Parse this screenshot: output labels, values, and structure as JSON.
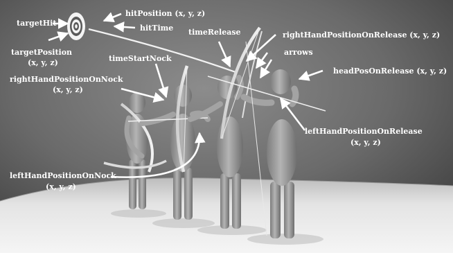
{
  "labels": {
    "target_hit": "targetHit",
    "target_position": "targetPosition",
    "target_position_xyz": "(x, y, z)",
    "hit_position": "hitPosition (x, y, z)",
    "hit_time": "hitTime",
    "time_start_nock": "timeStartNock",
    "right_hand_on_nock": "rightHandPositionOnNock",
    "right_hand_on_nock_xyz": "(x, y, z)",
    "time_release": "timeRelease",
    "right_hand_on_release": "rightHandPositionOnRelease (x, y, z)",
    "arrows": "arrows",
    "head_pos_on_release": "headPosOnRelease (x, y, z)",
    "left_hand_on_release": "leftHandPositionOnRelease",
    "left_hand_on_release_xyz": "(x, y, z)",
    "left_hand_on_nock": "leftHandPositionOnNock",
    "left_hand_on_nock_xyz": "(x, y, z)"
  },
  "colors": {
    "background_dark": "#4a4a4a",
    "background_mid": "#7a7a7a",
    "floor": "#d9d9d9",
    "figure": "#9c9c9c",
    "label_text": "#ffffff"
  }
}
